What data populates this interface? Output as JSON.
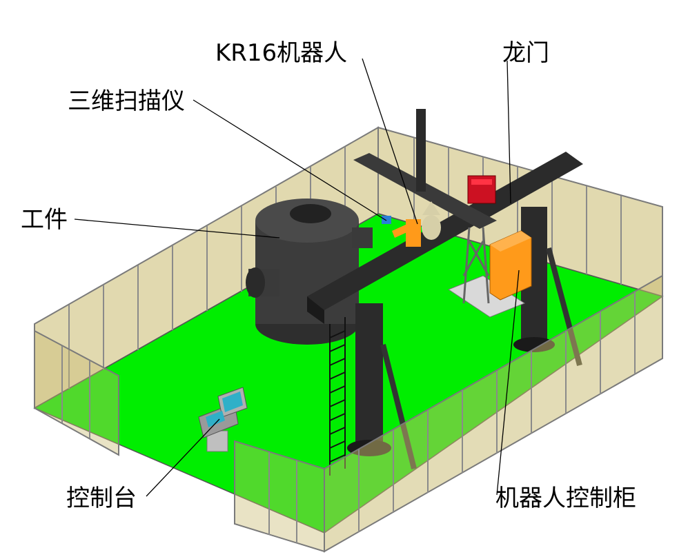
{
  "labels": {
    "robot": "KR16机器人",
    "gantry": "龙门",
    "scanner": "三维扫描仪",
    "workpiece": "工件",
    "console": "控制台",
    "robot_cabinet": "机器人控制柜"
  },
  "colors": {
    "floor": "#00ee00",
    "fence_fill": "#c8b96e",
    "fence_frame": "#8a8a8a",
    "steel": "#2b2b2b",
    "workpiece": "#3c3c3c",
    "cabinet": "#ff9a1a",
    "red_box": "#cc1122",
    "scanner": "#2a7fd6",
    "robot": "#ff9a1a",
    "console_screen": "#2fb0c8"
  }
}
